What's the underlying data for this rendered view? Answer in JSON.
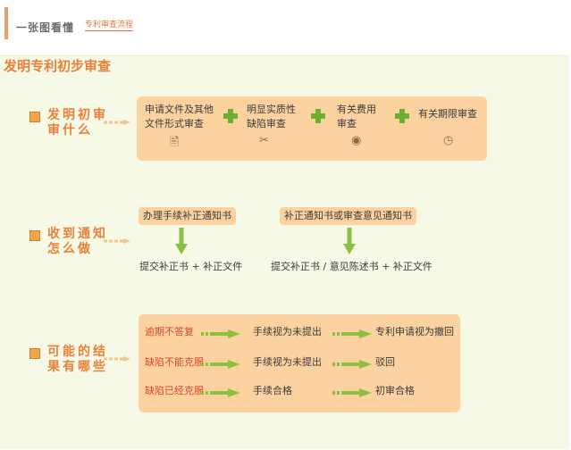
{
  "header": {
    "title": "一张图看懂",
    "subtitle": "专利审查流程"
  },
  "main_title": "发明专利初步审查",
  "q1": {
    "label": "发明初审审什么",
    "items": [
      {
        "text": "申请文件及其他文件形式审查",
        "icon": "document-icon"
      },
      {
        "text": "明显实质性缺陷审查",
        "icon": "tools-icon"
      },
      {
        "text": "有关费用审查",
        "icon": "coins-icon"
      },
      {
        "text": "有关期限审查",
        "icon": "clock-icon"
      }
    ]
  },
  "q2": {
    "label": "收到通知怎么做",
    "left": {
      "notice": "办理手续补正通知书",
      "action": "提交补正书 + 补正文件"
    },
    "right": {
      "notice": "补正通知书或审查意见通知书",
      "action": "提交补正书 / 意见陈述书 + 补正文件"
    }
  },
  "q3": {
    "label": "可能的结果有哪些",
    "rows": [
      {
        "cond": "逾期不答复",
        "mid": "手续视为未提出",
        "result": "专利申请视为撤回"
      },
      {
        "cond": "缺陷不能克服",
        "mid": "手续视为未提出",
        "result": "驳回"
      },
      {
        "cond": "缺陷已经克服",
        "mid": "手续合格",
        "result": "初审合格"
      }
    ]
  },
  "colors": {
    "accent": "#e8803a",
    "box": "#fcd3a0",
    "green": "#6bb130",
    "red": "#d8462c"
  }
}
